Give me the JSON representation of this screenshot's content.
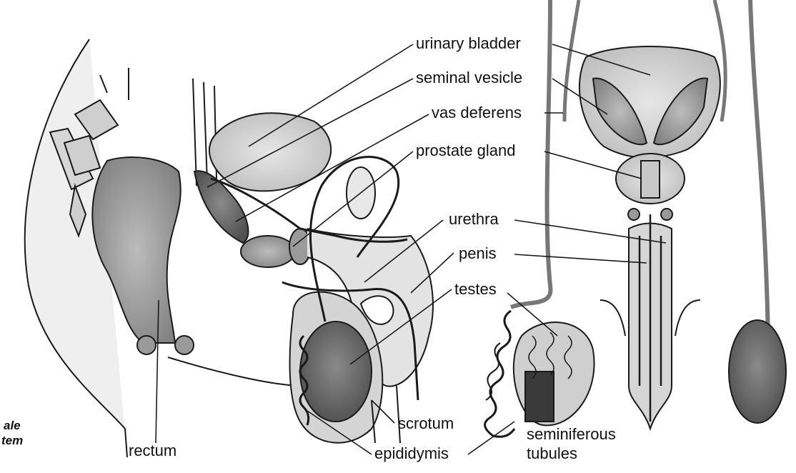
{
  "labels": {
    "urinary_bladder": "urinary bladder",
    "seminal_vesicle": "seminal vesicle",
    "vas_deferens": "vas deferens",
    "prostate_gland": "prostate gland",
    "urethra": "urethra",
    "penis": "penis",
    "testes": "testes",
    "scrotum": "scrotum",
    "epididymis": "epididymis",
    "rectum": "rectum",
    "seminiferous_tubules_line1": "seminiferous",
    "seminiferous_tubules_line2": "tubules"
  },
  "caption": {
    "line1": "ale",
    "line2": "tem"
  },
  "colors": {
    "outline": "#1a1a1a",
    "tissue": "#d9d9d9",
    "tissue_dark": "#9a9a9a",
    "organ_dark": "#6e6e6e",
    "background": "#ffffff"
  }
}
